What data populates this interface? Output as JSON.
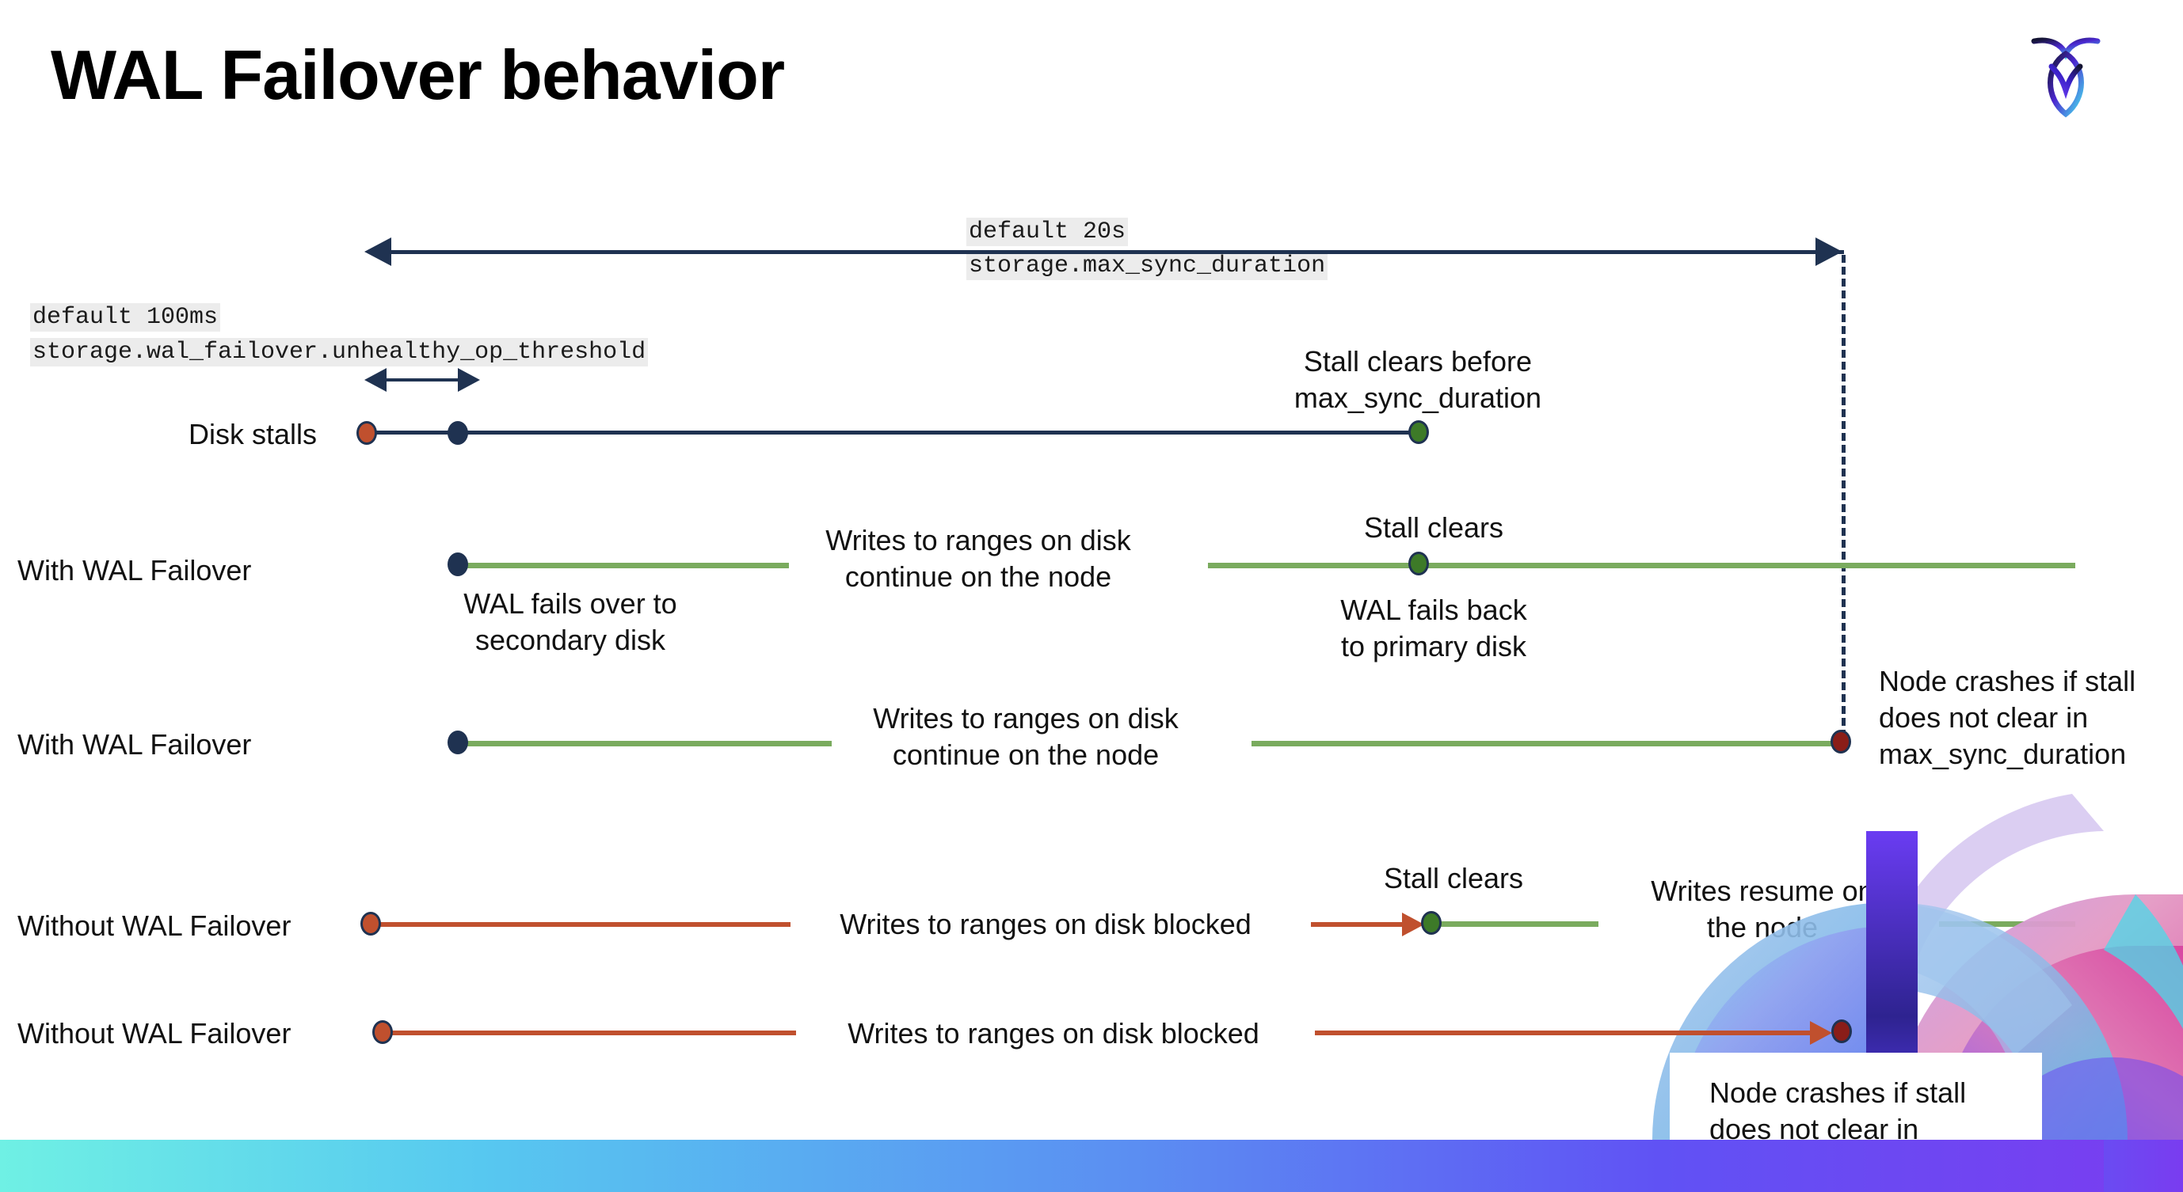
{
  "page": {
    "title": "WAL Failover behavior",
    "logo_name": "cockroachdb-logo"
  },
  "colors": {
    "navy": "#1f3251",
    "green_line": "#7aab5e",
    "green_dot": "#3d7a28",
    "orange": "#c0502e",
    "dark_red": "#8a1d18",
    "code_bg": "#ececec",
    "bar_gradient_start": "#6ff0e4",
    "bar_gradient_end": "#7b3cf0"
  },
  "settings": {
    "max_sync": {
      "default_label": "default 20s",
      "cluster_setting": "storage.max_sync_duration"
    },
    "unhealthy_op": {
      "default_label": "default 100ms",
      "cluster_setting": "storage.wal_failover.unhealthy_op_threshold"
    }
  },
  "rows": [
    {
      "label": "Disk stalls",
      "notes": [
        "Stall clears before max_sync_duration"
      ]
    },
    {
      "label": "With WAL Failover",
      "notes": [
        "WAL fails over to secondary disk",
        "Writes to ranges on disk continue on the node",
        "Stall clears",
        "WAL fails  back to primary disk"
      ]
    },
    {
      "label": "With WAL Failover",
      "notes": [
        "Writes to ranges on disk continue on the node",
        "Node crashes if stall does not clear in max_sync_duration"
      ]
    },
    {
      "label": "Without WAL Failover",
      "notes": [
        "Writes to ranges on disk  blocked",
        "Stall clears",
        "Writes resume on the node"
      ]
    },
    {
      "label": "Without WAL Failover",
      "notes": [
        "Writes to ranges on disk  blocked",
        "Node crashes if stall does not clear in max_sync_duration"
      ]
    }
  ],
  "annotations": {
    "stall_clears_before": {
      "line1": "Stall clears before",
      "line2": "max_sync_duration"
    },
    "wal_fails_over": {
      "line1": "WAL fails over to",
      "line2": "secondary disk"
    },
    "writes_continue": {
      "line1": "Writes to ranges on disk",
      "line2": "continue on the node"
    },
    "stall_clears": "Stall clears",
    "wal_fails_back": {
      "line1": "WAL fails  back",
      "line2": "to primary disk"
    },
    "node_crashes": {
      "line1": "Node crashes if stall",
      "line2": "does not clear in",
      "line3": "max_sync_duration"
    },
    "writes_blocked": "Writes to ranges on disk  blocked",
    "writes_resume": {
      "line1": "Writes resume on",
      "line2": "the node"
    }
  }
}
